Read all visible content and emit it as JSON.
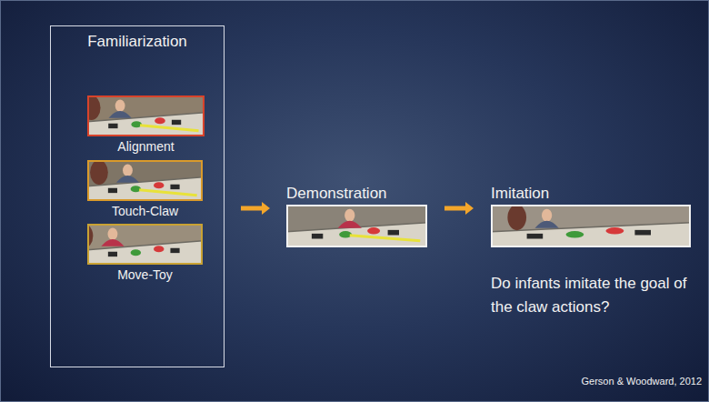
{
  "diagram": {
    "nodes": [
      {
        "text": [
          "Familiarization"
        ]
      },
      {
        "text": [
          "Alignment"
        ],
        "in": 0
      },
      {
        "text": [
          "Touch-Claw"
        ],
        "in": 0
      },
      {
        "text": [
          "Move-Toy"
        ],
        "in": 0
      },
      {
        "text": [
          "Demonstration"
        ]
      },
      {
        "text": [
          "Imitation"
        ]
      }
    ],
    "edges": [
      {
        "from": 0,
        "to": 4,
        "arrow": "to"
      },
      {
        "from": 4,
        "to": 5,
        "arrow": "to"
      }
    ],
    "labels": [
      "Do infants imitate the goal of the claw actions?",
      "Gerson & Woodward, 2012"
    ]
  }
}
